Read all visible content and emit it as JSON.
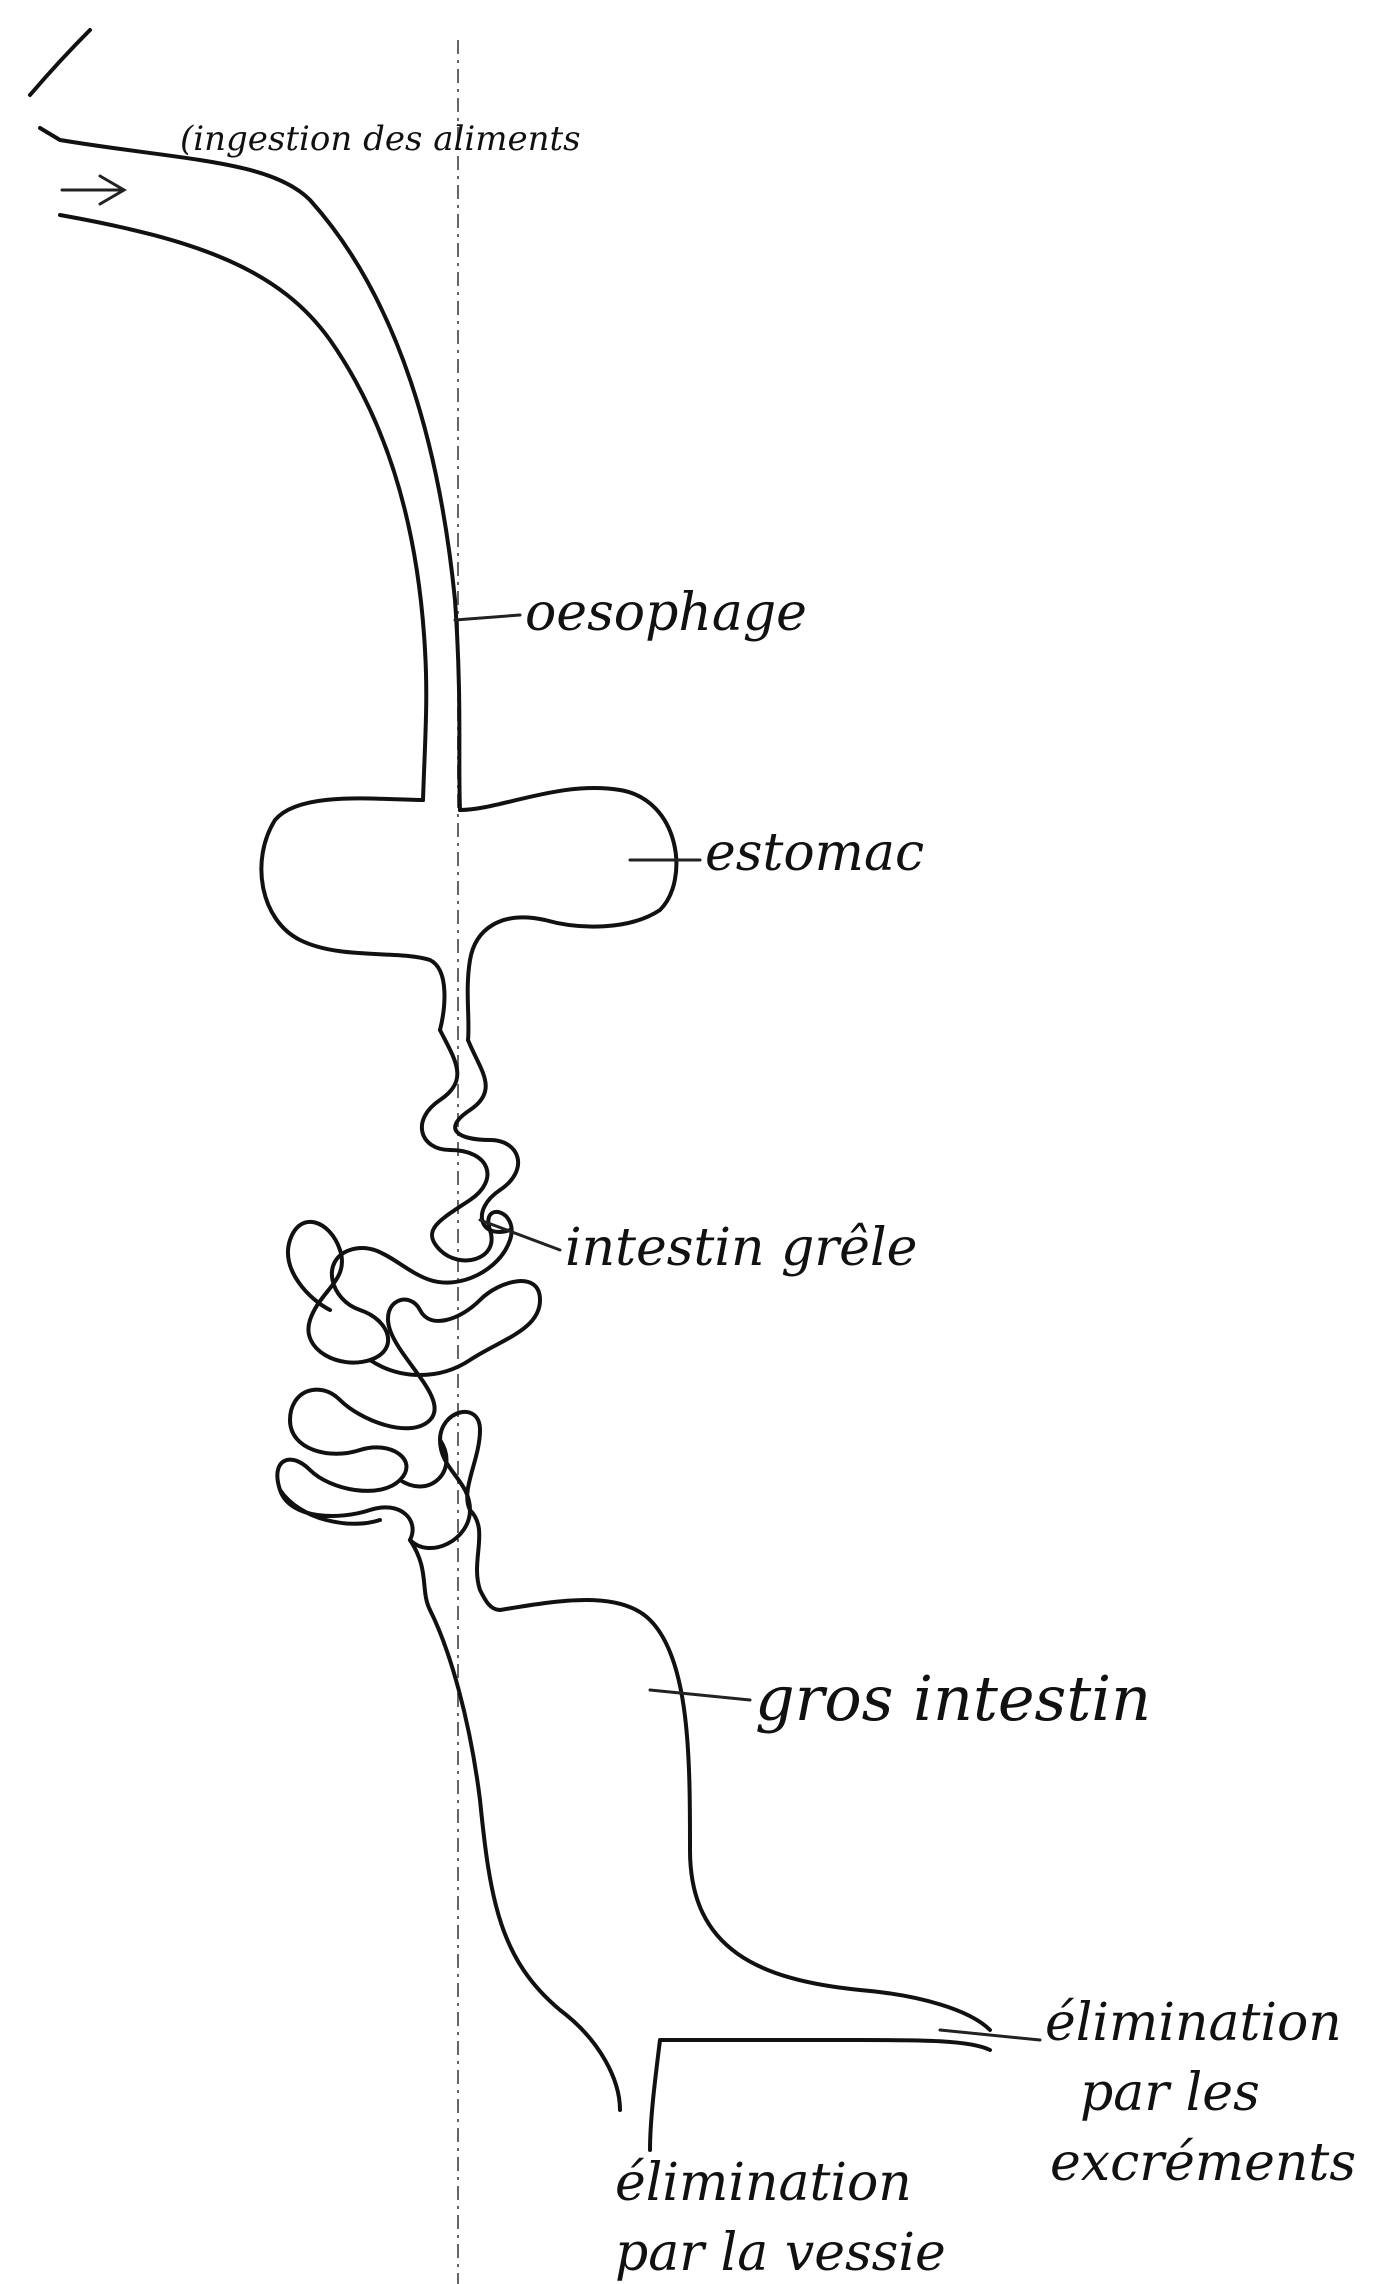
{
  "colors": {
    "ink": "#111111",
    "paper": "#ffffff",
    "guide": "#666666"
  },
  "labels": {
    "ingestion": "(ingestion des aliments",
    "oesophagus": "oesophage",
    "stomach": "estomac",
    "small_intestine": "intestin grêle",
    "large_intestine": "gros intestin",
    "excrement_line1": "élimination",
    "excrement_line2": "par les",
    "excrement_line3": "excréments",
    "bladder_line1": "élimination",
    "bladder_line2": "par la vessie"
  }
}
